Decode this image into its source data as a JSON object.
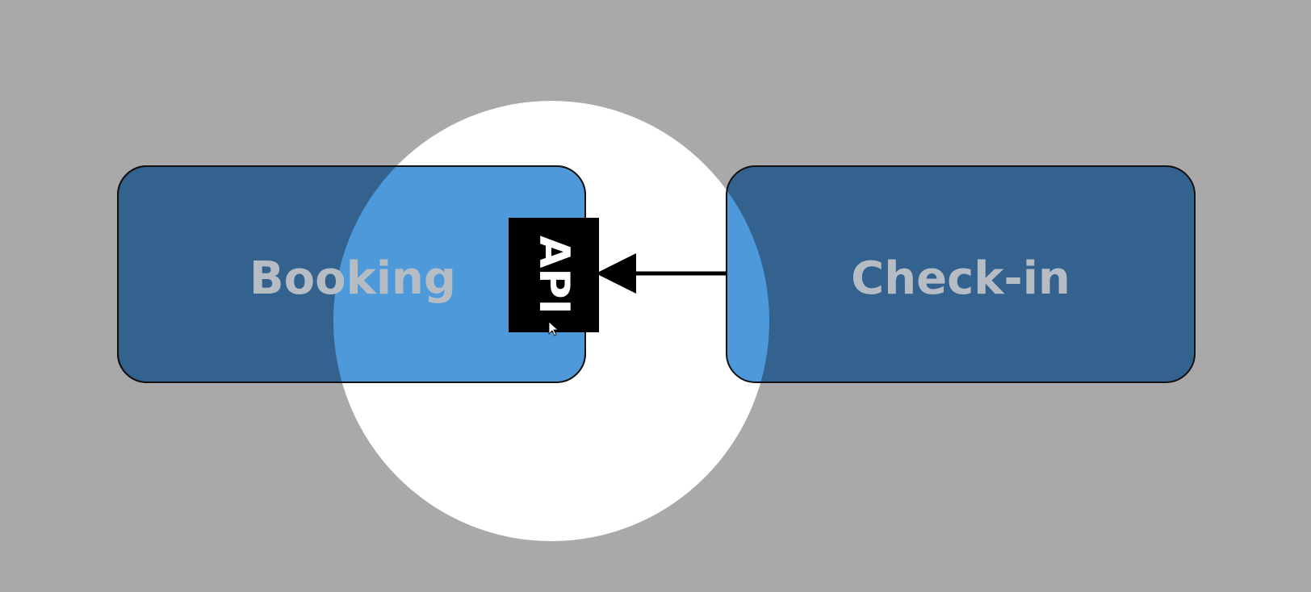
{
  "diagram": {
    "colors": {
      "background": "#a9a9a9",
      "spotlight": "#ffffff",
      "box_dim": "#34628f",
      "box_lit": "#4d99d9",
      "box_border": "#111111",
      "label_text": "#b5bcc4",
      "api_bg": "#000000",
      "api_text": "#ffffff",
      "arrow": "#000000"
    },
    "boxes": {
      "booking": {
        "label": "Booking"
      },
      "checkin": {
        "label": "Check-in"
      }
    },
    "api": {
      "label": "API",
      "text_rotation": "vertical, reading top-to-bottom"
    },
    "connection": {
      "from": "Check-in",
      "to": "API",
      "style": "arrow"
    },
    "cursor": {
      "icon": "mouse-pointer-icon"
    }
  }
}
